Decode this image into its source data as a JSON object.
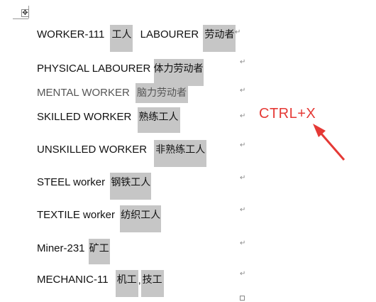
{
  "rows": [
    {
      "en": "WORKER-111",
      "zh": "工人",
      "en2": "LABOURER",
      "zh2": "劳动者"
    },
    {
      "en": "PHYSICAL LABOURER",
      "zh": "体力劳动者"
    },
    {
      "en": "MENTAL WORKER",
      "zh": "脑力劳动者"
    },
    {
      "en": "SKILLED WORKER",
      "zh": "熟练工人"
    },
    {
      "en": "UNSKILLED WORKER",
      "zh": "非熟练工人"
    },
    {
      "en": "STEEL worker",
      "zh": "钢铁工人"
    },
    {
      "en": "TEXTILE worker",
      "zh": "纺织工人"
    },
    {
      "en": "Miner-231",
      "zh": "矿工"
    },
    {
      "en": "MECHANIC-11",
      "zh": "机工",
      "sep": ",",
      "zh2": "技工"
    }
  ],
  "paragraph_mark": "↵",
  "anchor_icon": "move-handle-icon",
  "annotation": {
    "text": "CTRL+X",
    "color": "#e53935"
  },
  "highlight_color": "#c6c6c6"
}
